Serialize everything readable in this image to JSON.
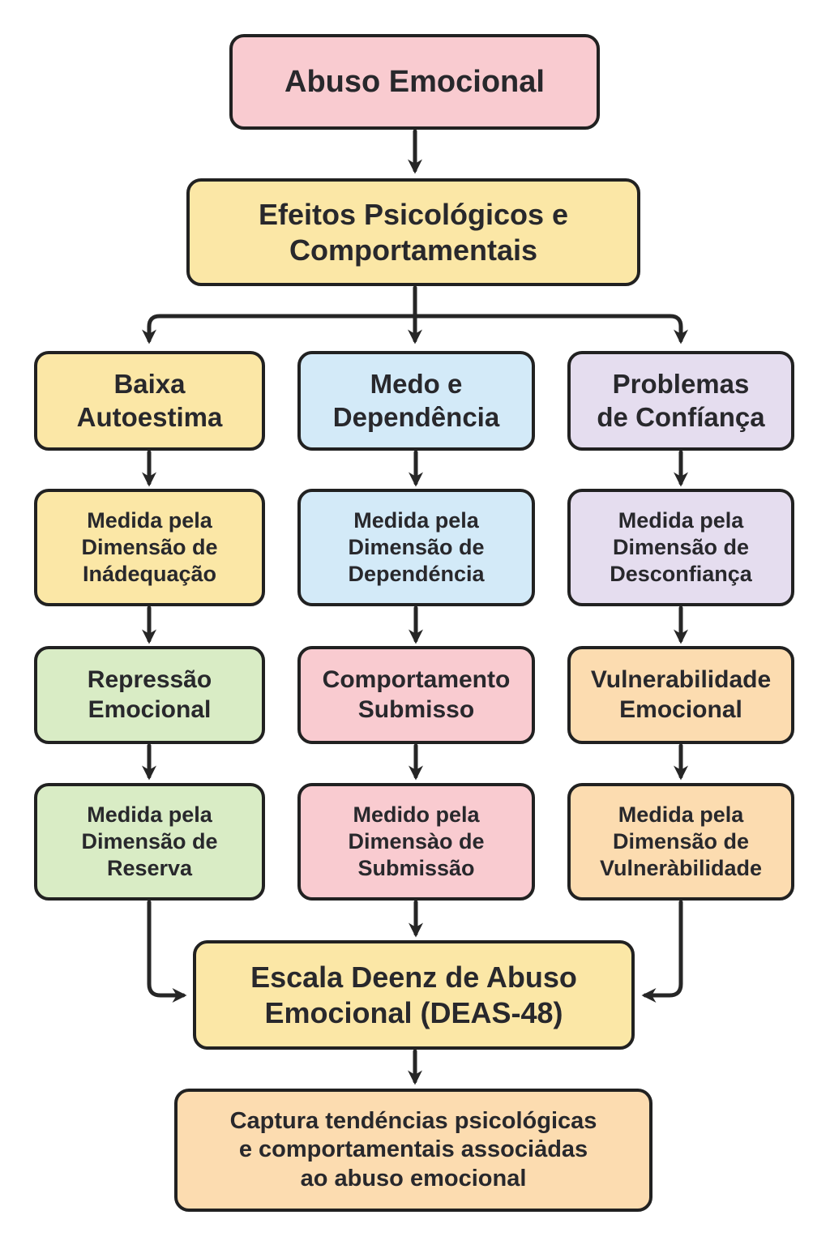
{
  "diagram": {
    "root": "Abuso Emocional",
    "effects": "Efeitos Psicológicos e\nComportamentais",
    "columns": [
      {
        "header": "Baixa\nAutoestima",
        "measure": "Medida pela\nDimensão de\nInádequação",
        "effect": "Repressão\nEmocional",
        "effect_measure": "Medida pela\nDimensão de\nReserva"
      },
      {
        "header": "Medo e\nDependência",
        "measure": "Medida pela\nDimensão de\nDependéncia",
        "effect": "Comportamento\nSubmisso",
        "effect_measure": "Medido pela\nDimensào de\nSubmissão"
      },
      {
        "header": "Problemas\nde Confíança",
        "measure": "Medida pela\nDimensão de\nDesconfiança",
        "effect": "Vulnerabilidade\nEmocional",
        "effect_measure": "Medida pela\nDimensão de\nVulneràbilidade"
      }
    ],
    "scale": "Escala Deenz de Abuso\nEmocional (DEAS-48)",
    "outcome": "Captura tendéncias psicológicas\ne comportamentais associȧdas\nao abuso emocional"
  },
  "colors": {
    "pink": "#f9cbd0",
    "yellow": "#fbe7a6",
    "blue": "#d3eaf8",
    "purple": "#e5ddef",
    "green": "#d9ecc5",
    "peach": "#fcdcb0",
    "border": "#212121",
    "arrow": "#262626",
    "text": "#28282c",
    "background": "#ffffff"
  }
}
